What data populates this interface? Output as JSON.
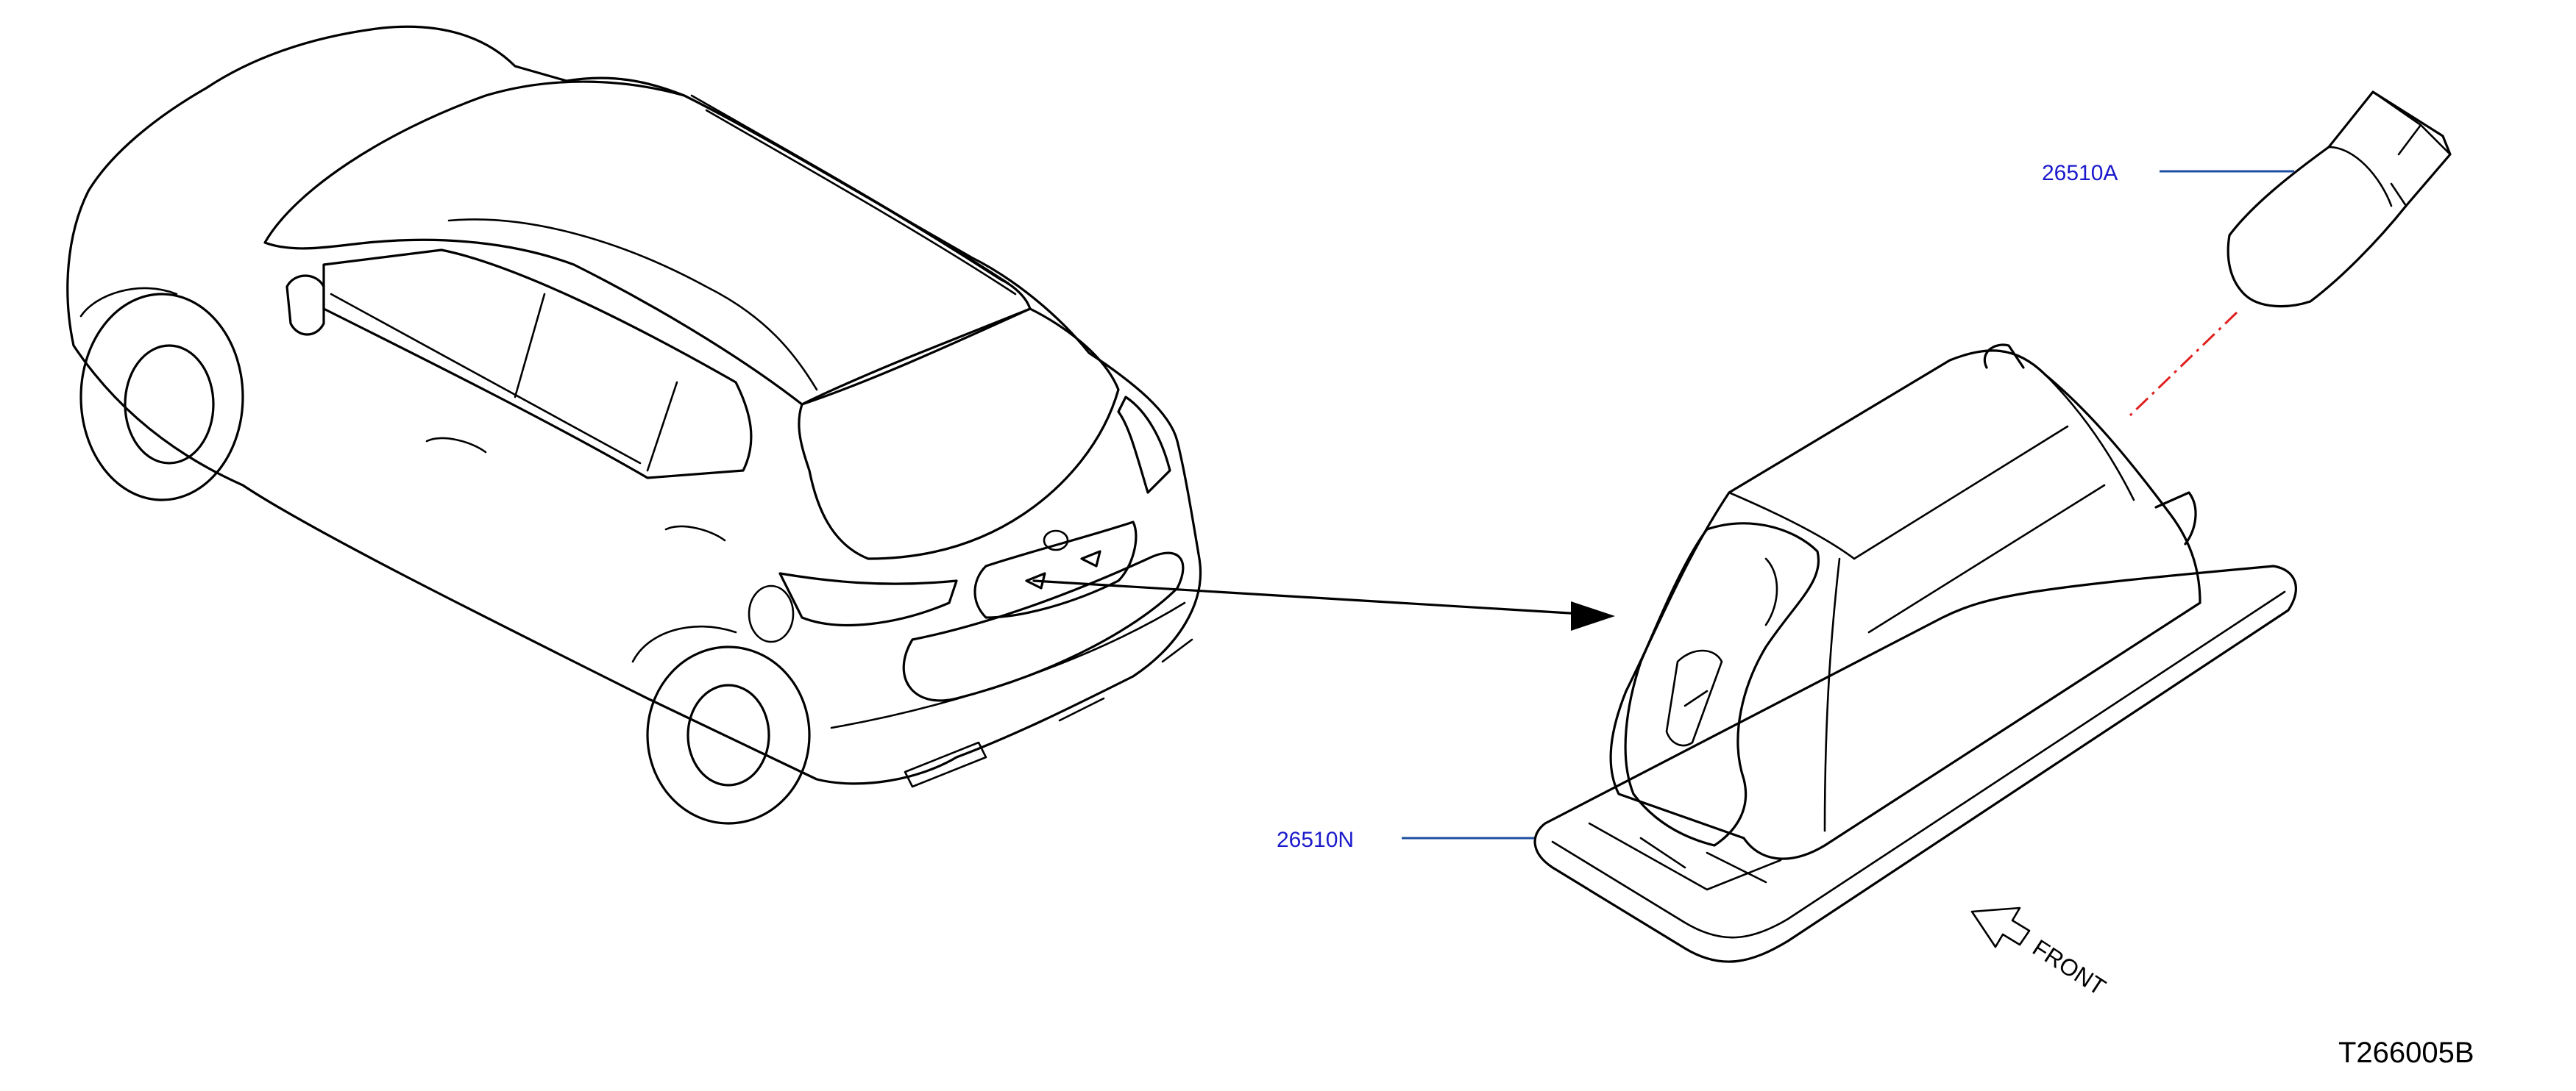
{
  "callouts": {
    "bulb": "26510A",
    "lamp_assembly": "26510N"
  },
  "direction_label": "FRONT",
  "figure_code": "T266005B",
  "colors": {
    "linework": "#000000",
    "leader_line": "#1f4fa0",
    "callout_text": "#1a1acc",
    "install_path": "#e02020"
  }
}
